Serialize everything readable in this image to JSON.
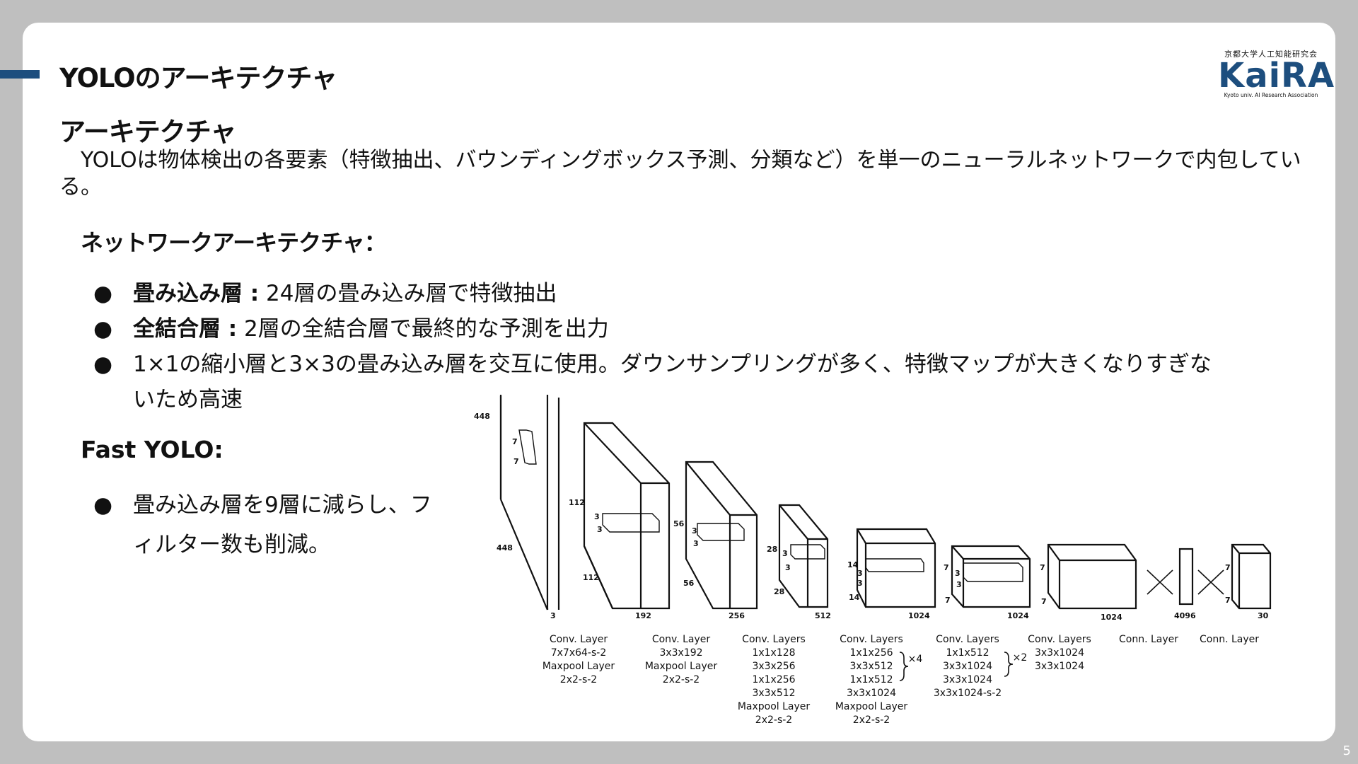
{
  "header": {
    "title": "YOLOのアーキテクチャ"
  },
  "logo": {
    "top_text": "京都大学人工知能研究会",
    "main_text": "KaiRA",
    "sub_text": "Kyoto univ. AI Research Association"
  },
  "section": {
    "title": "アーキテクチャ",
    "intro": "　YOLOは物体検出の各要素（特徴抽出、バウンディングボックス予測、分類など）を単一のニューラルネットワークで内包している。",
    "network_heading": "ネットワークアーキテクチャ：",
    "bullets": [
      {
        "bold": "畳み込み層 :",
        "text": " 24層の畳み込み層で特徴抽出"
      },
      {
        "bold": "全結合層 :",
        "text": " 2層の全結合層で最終的な予測を出力"
      },
      {
        "bold": "",
        "text": "1×1の縮小層と3×3の畳み込み層を交互に使用。ダウンサンプリングが多く、特徴マップが大きくなりすぎないため高速"
      }
    ],
    "bullet_symbol": "●",
    "fast_heading": "Fast YOLO:",
    "fast_bullets": [
      "畳み込み層を9層に減らし、フィルター数も削減。"
    ]
  },
  "diagram": {
    "dims": {
      "input_h": "448",
      "input_w": "448",
      "input_c": "3",
      "k1a": "7",
      "k1b": "7",
      "b2_h": "112",
      "b2_w": "112",
      "b2_c": "192",
      "k2a": "3",
      "k2b": "3",
      "b3_h": "56",
      "b3_w": "56",
      "b3_c": "256",
      "k3a": "3",
      "k3b": "3",
      "b4_h": "28",
      "b4_w": "28",
      "b4_c": "512",
      "k4a": "3",
      "k4b": "3",
      "b5_h": "14",
      "b5_w": "14",
      "b5_c": "1024",
      "k5a": "3",
      "k5b": "3",
      "b6_a": "7",
      "b6_b": "7",
      "b6_c": "1024",
      "k6a": "3",
      "k6b": "3",
      "b7_a": "7",
      "b7_b": "7",
      "b7_c": "1024",
      "fc1": "4096",
      "out_a": "7",
      "out_b": "7",
      "out_c": "30"
    },
    "captions": [
      [
        "Conv. Layer",
        "7x7x64-s-2",
        "Maxpool Layer",
        "2x2-s-2"
      ],
      [
        "Conv. Layer",
        "3x3x192",
        "Maxpool Layer",
        "2x2-s-2"
      ],
      [
        "Conv. Layers",
        "1x1x128",
        "3x3x256",
        "1x1x256",
        "3x3x512",
        "Maxpool Layer",
        "2x2-s-2"
      ],
      [
        "Conv. Layers",
        "1x1x256",
        "3x3x512",
        "1x1x512",
        "3x3x1024",
        "Maxpool Layer",
        "2x2-s-2"
      ],
      [
        "Conv. Layers",
        "1x1x512",
        "3x3x1024",
        "3x3x1024",
        "3x3x1024-s-2"
      ],
      [
        "Conv. Layers",
        "3x3x1024",
        "3x3x1024"
      ],
      [
        "Conn. Layer"
      ],
      [
        "Conn. Layer"
      ]
    ],
    "repeat_4": "×4",
    "repeat_2": "×2"
  },
  "footer": {
    "page_number": "5"
  }
}
